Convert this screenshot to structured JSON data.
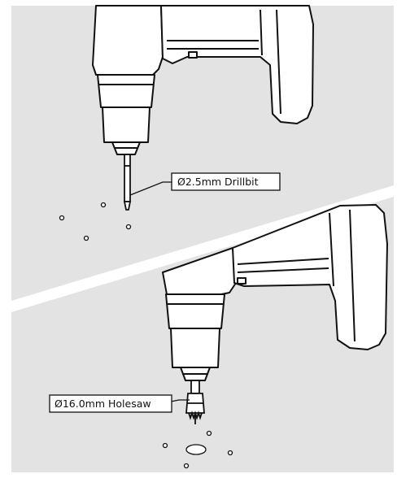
{
  "instruction": {
    "step_top": {
      "callout_label": "Ø2.5mm Drillbit",
      "tool": "drill-bit"
    },
    "step_bottom": {
      "callout_label": "Ø16.0mm Holesaw",
      "tool": "holesaw"
    }
  },
  "colors": {
    "panel_background": "#e3e3e3",
    "outline": "#111111",
    "drill_body_fill": "#ffffff",
    "divider": "#ffffff"
  }
}
